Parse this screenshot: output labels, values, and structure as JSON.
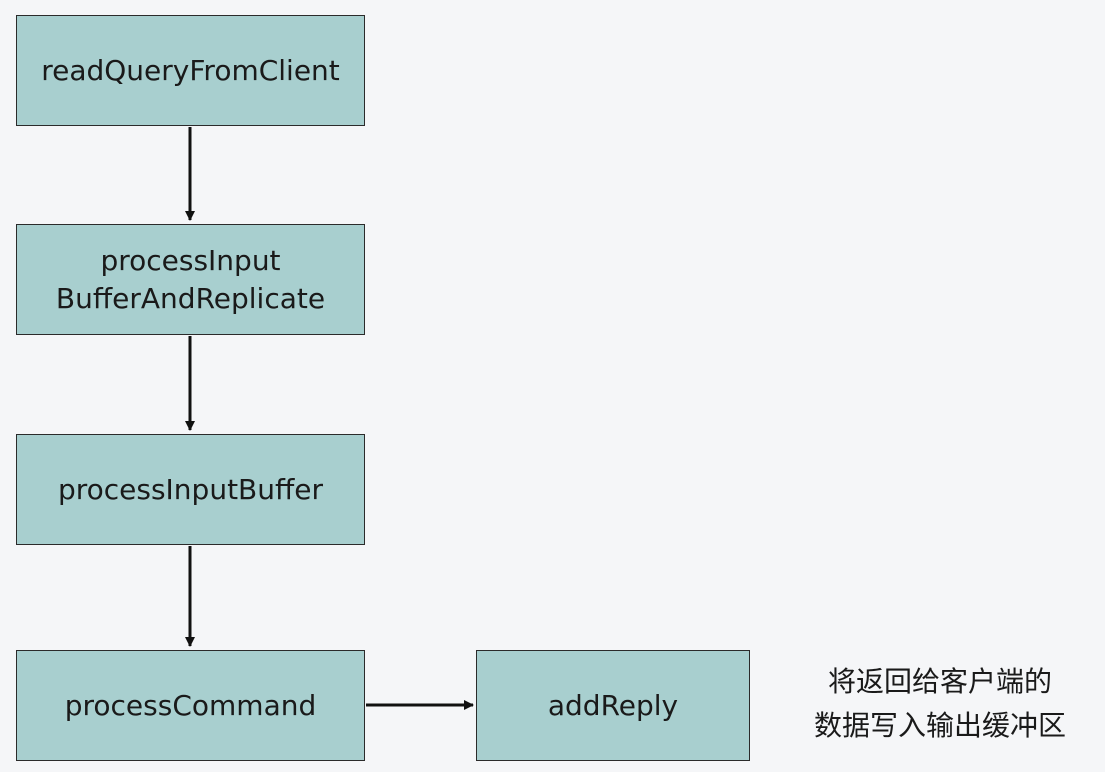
{
  "nodes": {
    "read_query": "readQueryFromClient",
    "process_input_replicate": {
      "line1": "processInput",
      "line2": "BufferAndReplicate"
    },
    "process_input_buffer": "processInputBuffer",
    "process_command": "processCommand",
    "add_reply": "addReply"
  },
  "annotation": {
    "line1": "将返回给客户端的",
    "line2": "数据写入输出缓冲区"
  },
  "colors": {
    "node_fill": "#a8cfcf",
    "node_border": "#2b2b2b",
    "arrow": "#111111",
    "background": "#f5f6f8"
  }
}
